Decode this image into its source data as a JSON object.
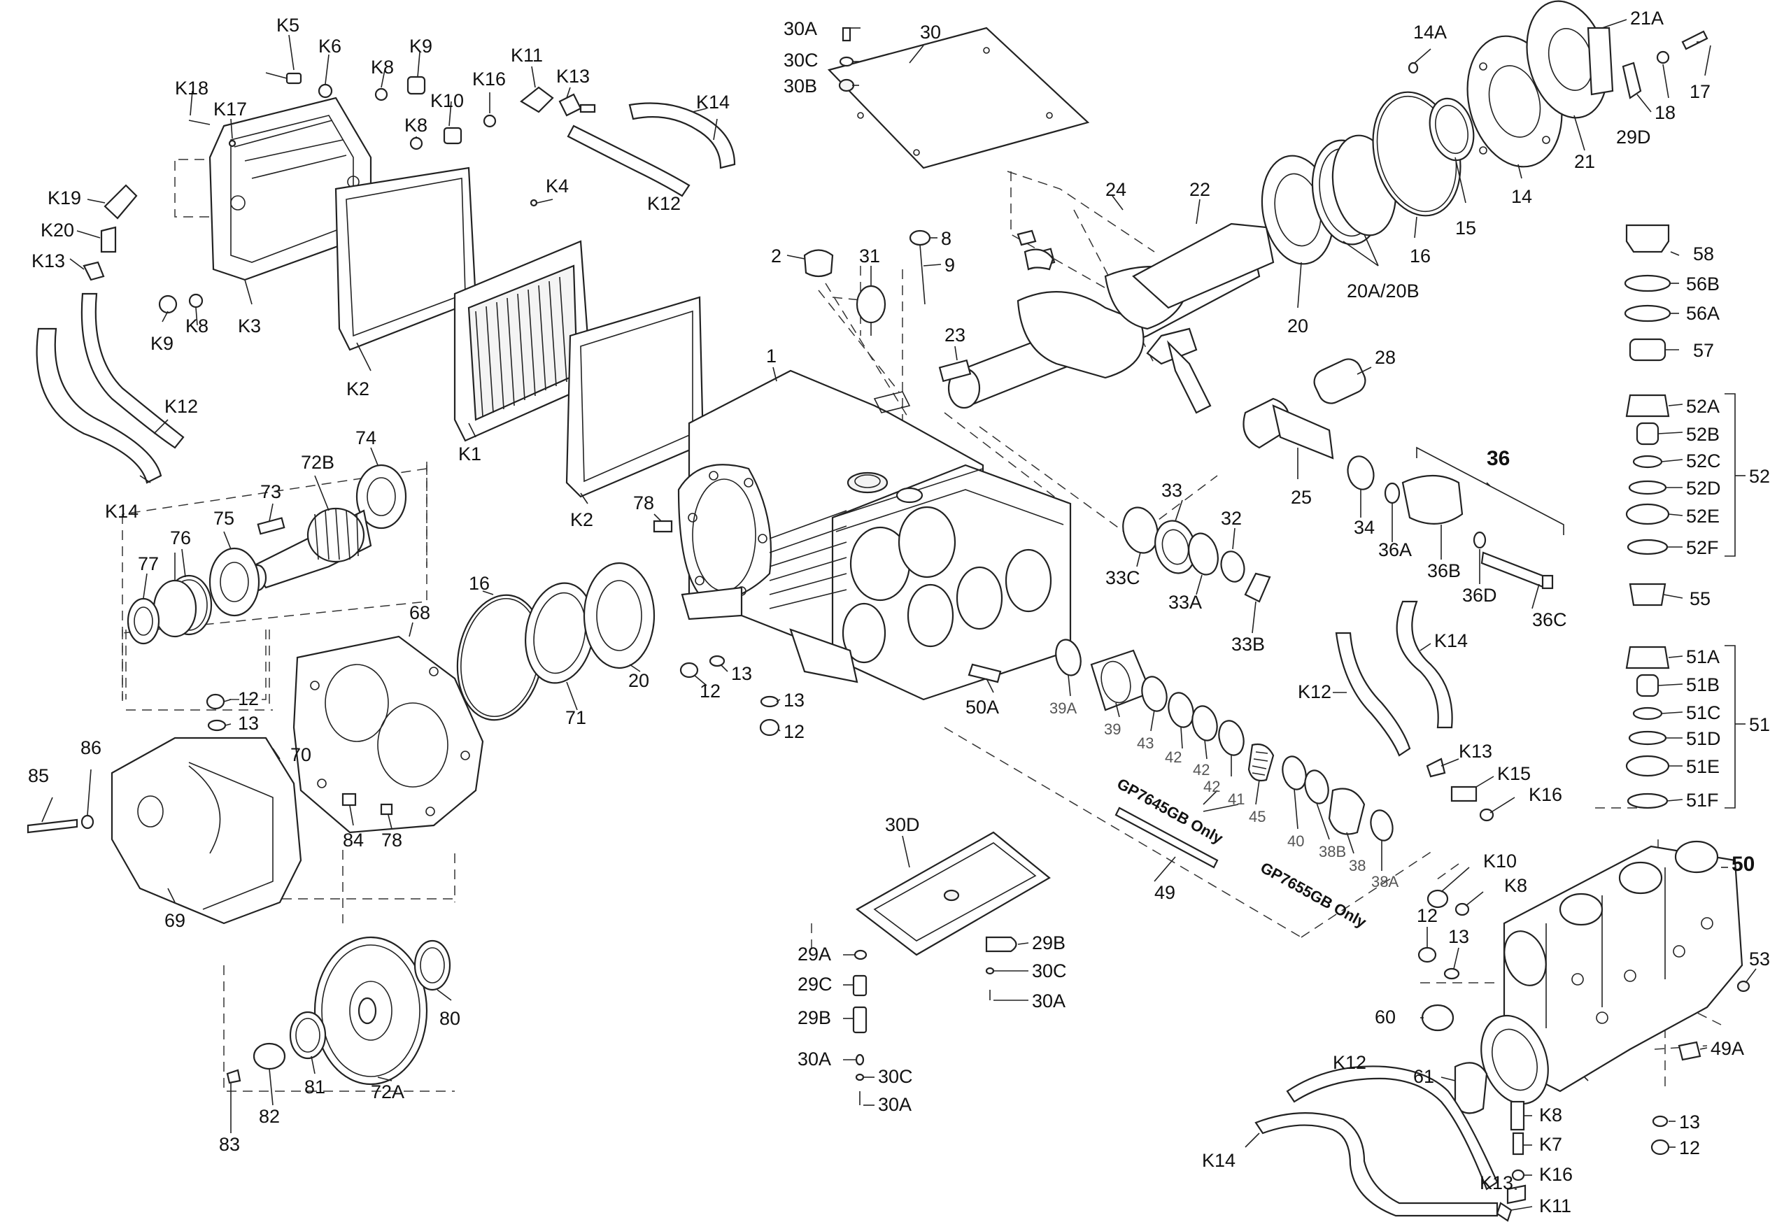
{
  "part_labels": {
    "k5": "K5",
    "k6": "K6",
    "k8a": "K8",
    "k9a": "K9",
    "k11a": "K11",
    "k13a": "K13",
    "k14a": "K14",
    "k18": "K18",
    "k17": "K17",
    "k10a": "K10",
    "k16a": "K16",
    "k8b": "K8",
    "k19": "K19",
    "k20": "K20",
    "k13b": "K13",
    "k9b": "K9",
    "k8c": "K8",
    "k3": "K3",
    "k4": "K4",
    "k2a": "K2",
    "k1": "K1",
    "k2b": "K2",
    "k12a": "K12",
    "k12b": "K12",
    "k14b": "K14",
    "p30a_top": "30A",
    "p30c_top": "30C",
    "p30b_top": "30B",
    "p30": "30",
    "p14a": "14A",
    "p21a": "21A",
    "p17": "17",
    "p18": "18",
    "p29d": "29D",
    "p21": "21",
    "p14": "14",
    "p15": "15",
    "p16a": "16",
    "p20a20b": "20A/20B",
    "p22": "22",
    "p24": "24",
    "p20a": "20",
    "p58": "58",
    "p56b": "56B",
    "p56a": "56A",
    "p57": "57",
    "p52a": "52A",
    "p52b": "52B",
    "p52c": "52C",
    "p52d": "52D",
    "p52e": "52E",
    "p52f": "52F",
    "p52": "52",
    "p55": "55",
    "p51a": "51A",
    "p51b": "51B",
    "p51c": "51C",
    "p51d": "51D",
    "p51e": "51E",
    "p51f": "51F",
    "p51": "51",
    "p50": "50",
    "p53": "53",
    "p49a": "49A",
    "p13r": "13",
    "p12r": "12",
    "p2": "2",
    "p31": "31",
    "p8": "8",
    "p9": "9",
    "p23": "23",
    "p1": "1",
    "p28": "28",
    "p36": "36",
    "p34": "34",
    "p36a": "36A",
    "p36b": "36B",
    "p36d": "36D",
    "p36c": "36C",
    "p25": "25",
    "p33": "33",
    "p32": "32",
    "p33c": "33C",
    "p33a": "33A",
    "p33b": "33B",
    "p39a": "39A",
    "p39": "39",
    "p43": "43",
    "p42a": "42",
    "p42b": "42",
    "p42c": "42",
    "p41": "41",
    "p45": "45",
    "p40": "40",
    "p38b": "38B",
    "p38": "38",
    "p38a": "38A",
    "p49": "49",
    "p50a": "50A",
    "p78a": "78",
    "p13a": "13",
    "p12a": "12",
    "p13b": "13",
    "p12b": "12",
    "p20b": "20",
    "p71": "71",
    "p16b": "16",
    "p74": "74",
    "p72b": "72B",
    "p73": "73",
    "p75": "75",
    "p76": "76",
    "p77": "77",
    "p68": "68",
    "p12c": "12",
    "p13c": "13",
    "p70": "70",
    "p85": "85",
    "p86": "86",
    "p69": "69",
    "p84": "84",
    "p78b": "78",
    "p80": "80",
    "p72a": "72A",
    "p81": "81",
    "p82": "82",
    "p83": "83",
    "p30d": "30D",
    "p29a": "29A",
    "p29c": "29C",
    "p29b_l": "29B",
    "p30a_l": "30A",
    "p30c_l": "30C",
    "p30a_l2": "30A",
    "p29b_r": "29B",
    "p30c_r": "30C",
    "p30a_r": "30A",
    "k13c": "K13",
    "k15": "K15",
    "k16b": "K16",
    "k12c": "K12",
    "k14c": "K14",
    "k10b": "K10",
    "k8d": "K8",
    "p12d": "12",
    "p13d": "13",
    "p60": "60",
    "p61": "61",
    "k12d": "K12",
    "k14d": "K14",
    "k8e": "K8",
    "k7": "K7",
    "k16c": "K16",
    "k13d": "K13",
    "k11b": "K11"
  },
  "notes": {
    "gp7645": "GP7645GB Only",
    "gp7655": "GP7655GB Only"
  }
}
